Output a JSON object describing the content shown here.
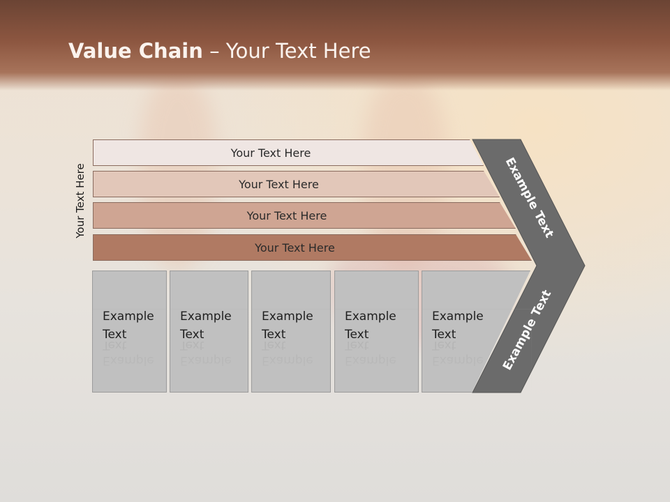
{
  "title": {
    "bold": "Value Chain",
    "rest": " – Your Text Here"
  },
  "side_label": "Your Text Here",
  "bars": [
    {
      "label": "Your Text Here",
      "color": "#efe6e3"
    },
    {
      "label": "Your Text Here",
      "color": "#e2c7b9"
    },
    {
      "label": "Your Text Here",
      "color": "#cfa593"
    },
    {
      "label": "Your Text Here",
      "color": "#b07a63"
    }
  ],
  "boxes": [
    {
      "label": "Example\nText"
    },
    {
      "label": "Example\nText"
    },
    {
      "label": "Example\nText"
    },
    {
      "label": "Example\nText"
    },
    {
      "label": "Example\nText"
    }
  ],
  "chevron": {
    "upper": "Example Text",
    "lower": "Example Text",
    "color": "#6b6b6b"
  }
}
